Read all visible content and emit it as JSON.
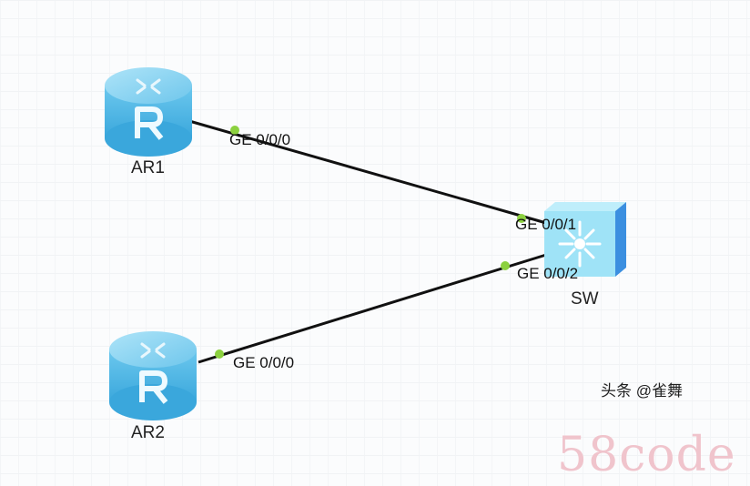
{
  "devices": [
    {
      "id": "AR1",
      "label": "AR1",
      "type": "router",
      "icon": "router-icon"
    },
    {
      "id": "AR2",
      "label": "AR2",
      "type": "router",
      "icon": "router-icon"
    },
    {
      "id": "SW",
      "label": "SW",
      "type": "switch",
      "icon": "switch-icon"
    }
  ],
  "links": [
    {
      "from": "AR1",
      "from_port": "GE 0/0/0",
      "to": "SW",
      "to_port": "GE 0/0/1"
    },
    {
      "from": "AR2",
      "from_port": "GE 0/0/0",
      "to": "SW",
      "to_port": "GE 0/0/2"
    }
  ],
  "colors": {
    "router": "#5bbde6",
    "switch": "#7fd4f0",
    "port": "#8cd13f",
    "link": "#111111"
  },
  "watermark": {
    "text": "58code",
    "credit": "头条 @雀舞"
  }
}
